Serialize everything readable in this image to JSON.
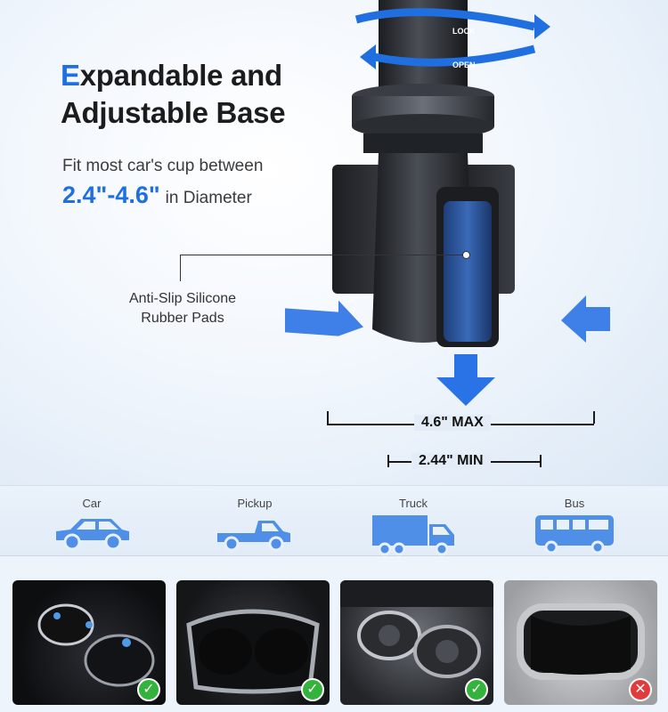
{
  "hero": {
    "title_first_letter": "E",
    "title_line1_rest": "xpandable and",
    "title_line2": "Adjustable Base",
    "subtitle_line1": "Fit most car's cup between",
    "range": "2.4\"-4.6\"",
    "range_suffix": "in Diameter",
    "pad_label_line1": "Anti-Slip Silicone",
    "pad_label_line2": "Rubber Pads",
    "lock_label": "LOCK",
    "open_label": "OPEN",
    "max_label": "4.6\" MAX",
    "min_label": "2.44\" MIN",
    "accent_color": "#1f6fe0"
  },
  "vehicles": [
    {
      "label": "Car",
      "icon": "car-icon"
    },
    {
      "label": "Pickup",
      "icon": "pickup-truck-icon"
    },
    {
      "label": "Truck",
      "icon": "box-truck-icon"
    },
    {
      "label": "Bus",
      "icon": "bus-icon"
    }
  ],
  "compatibility": [
    {
      "result": "compatible",
      "mark": "✓",
      "color": "#33b23c"
    },
    {
      "result": "compatible",
      "mark": "✓",
      "color": "#33b23c"
    },
    {
      "result": "compatible",
      "mark": "✓",
      "color": "#33b23c"
    },
    {
      "result": "incompatible",
      "mark": "✕",
      "color": "#e23b3b"
    }
  ]
}
